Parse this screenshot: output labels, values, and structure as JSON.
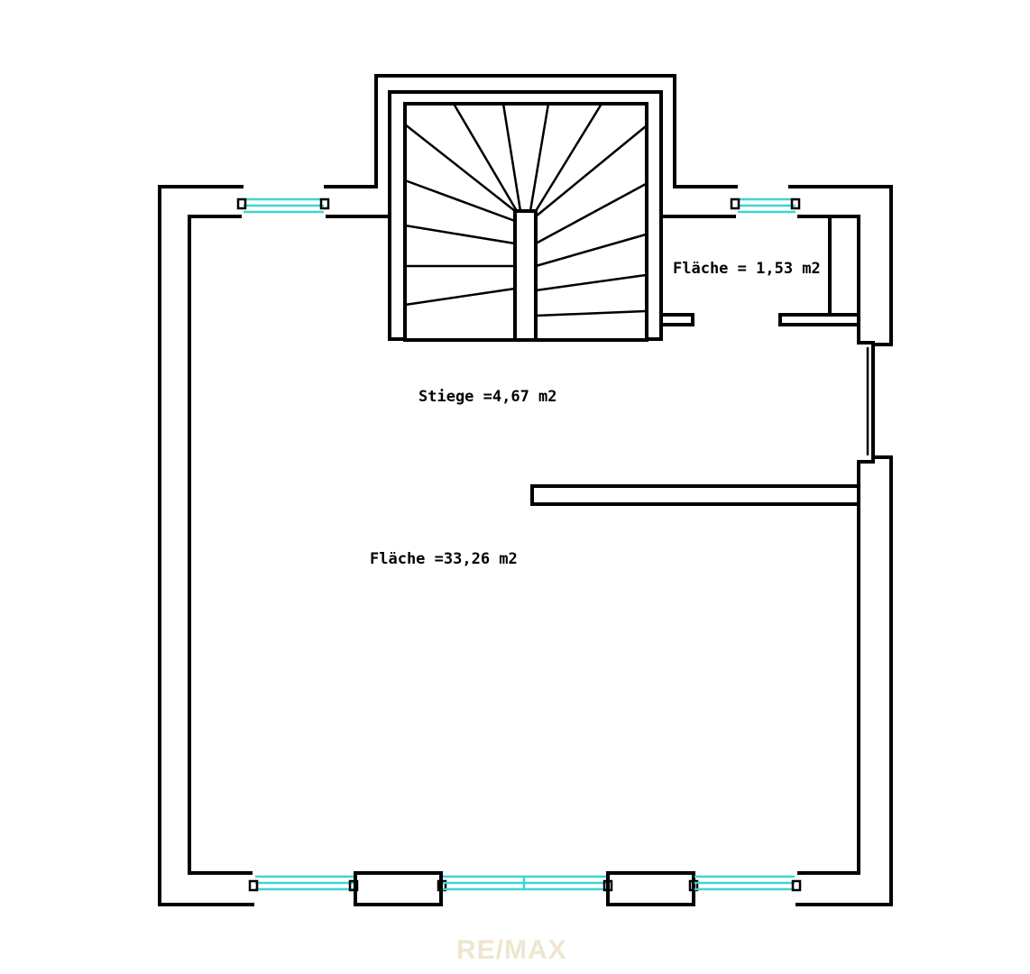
{
  "plan": {
    "labels": {
      "stair_area": "Stiege =4,67 m2",
      "small_room_area": "Fläche = 1,53 m2",
      "main_room_area": "Fläche =33,26 m2"
    },
    "watermark": "RE/MAX",
    "colors": {
      "wall": "#000000",
      "window_glass": "#3fd3d6",
      "background": "#ffffff",
      "watermark": "#efe6cf"
    }
  }
}
